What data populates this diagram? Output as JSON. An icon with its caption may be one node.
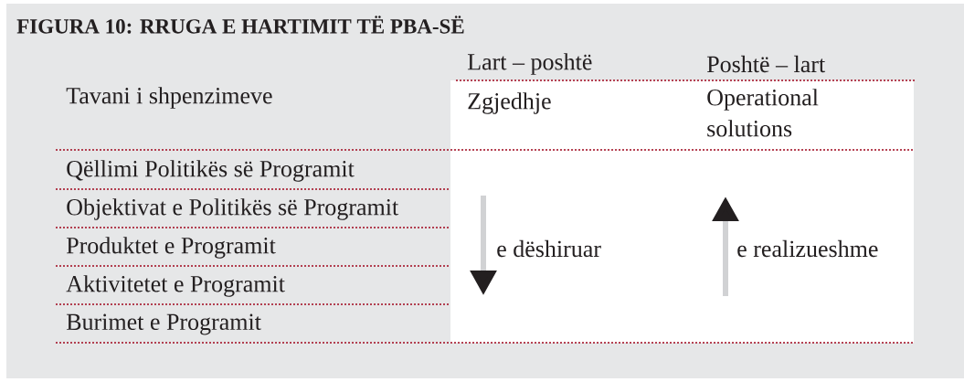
{
  "diagram": {
    "title": "FIGURA 10: RRUGA E HARTIMIT TË PBA-SË",
    "labels": [
      "Lart – poshtë",
      "Poshtë – lart",
      "Tavani i shpenzimeve",
      "Zgjedhje",
      "Operational solutions",
      "Qëllimi Politikës së Programit",
      "Objektivat e Politikës së Programit",
      "Produktet e Programit",
      "e dëshiruar",
      "e realizueshme",
      "Aktivitetet e Programit",
      "Burimet e Programit"
    ]
  }
}
